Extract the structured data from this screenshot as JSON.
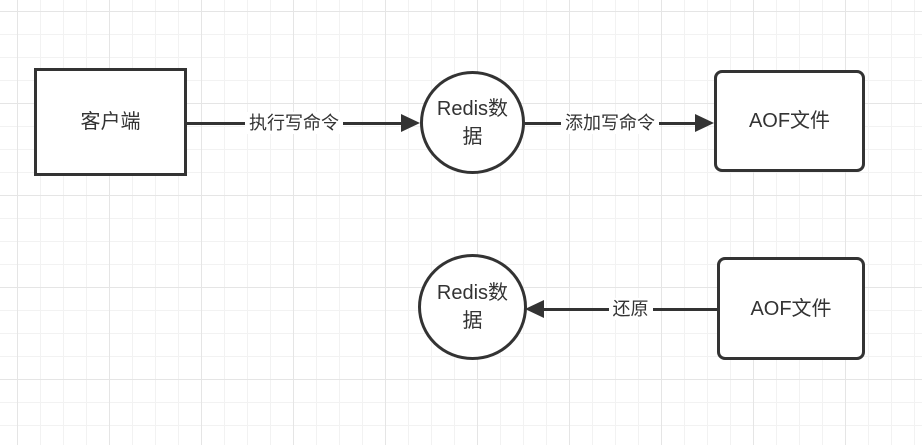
{
  "canvas": {
    "background": "#ffffff",
    "grid_minor_color": "#f2f2f2",
    "grid_major_color": "#e5e5e5",
    "stroke_color": "#333333",
    "text_color": "#333333",
    "node_fill": "#ffffff"
  },
  "flow_top": {
    "client_label": "客户端",
    "edge_execute_label": "执行写命令",
    "redis_label": "Redis数据",
    "edge_append_label": "添加写命令",
    "aof_label": "AOF文件"
  },
  "flow_bottom": {
    "redis_label": "Redis数据",
    "edge_restore_label": "还原",
    "aof_label": "AOF文件"
  }
}
